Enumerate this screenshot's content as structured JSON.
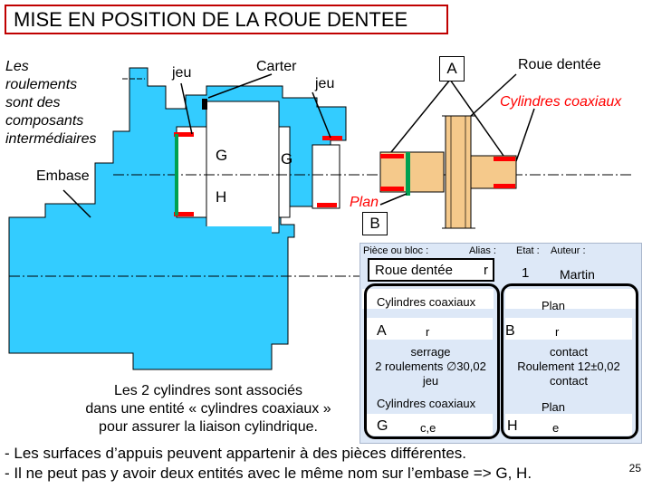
{
  "title": "MISE EN POSITION DE LA ROUE DENTEE",
  "left_note": [
    "Les",
    "roulements",
    "sont des",
    "composants",
    "intermédiaires"
  ],
  "embase": "Embase",
  "jeu1": "jeu",
  "carter": "Carter",
  "jeu2": "jeu",
  "G_left": "G",
  "G_right": "G",
  "H_left": "H",
  "A_label": "A",
  "roue_dentee": "Roue dentée",
  "cyl_coaxiaux_red": "Cylindres coaxiaux",
  "plan_red": "Plan",
  "B_label": "B",
  "assoc_text": [
    "Les 2 cylindres sont associés",
    "dans une entité « cylindres coaxiaux »",
    "pour assurer la liaison cylindrique."
  ],
  "table": {
    "h_piece": "Pièce ou bloc :",
    "h_alias": "Alias :",
    "h_etat": "Etat :",
    "h_auteur": "Auteur :",
    "piece": "Roue dentée",
    "alias": "r",
    "etat": "1",
    "auteur": "Martin",
    "e1_name": "Cylindres coaxiaux",
    "e1_letter": "A",
    "e1_alias": "r",
    "e2_name": "Plan",
    "e2_letter": "B",
    "e2_alias": "r",
    "serrage": [
      "serrage",
      "2 roulements ∅30,02",
      "jeu"
    ],
    "contact": [
      "contact",
      "Roulement 12±0,02",
      "contact"
    ],
    "e3_name": "Cylindres coaxiaux",
    "e3_letter": "G",
    "e3_alias": "c,e",
    "e4_name": "Plan",
    "e4_letter": "H",
    "e4_alias": "e"
  },
  "bottom": [
    "- Les surfaces d’appuis peuvent appartenir à des pièces différentes.",
    "- Il ne peut pas y avoir deux entités avec le même nom sur l’embase => G, H."
  ],
  "page_number": "25",
  "colors": {
    "part_blue": "#33ccff",
    "red_mark": "#ff0000",
    "green_mark": "#00a050",
    "gear_fill": "#f5c98b",
    "title_border": "#c00000"
  }
}
